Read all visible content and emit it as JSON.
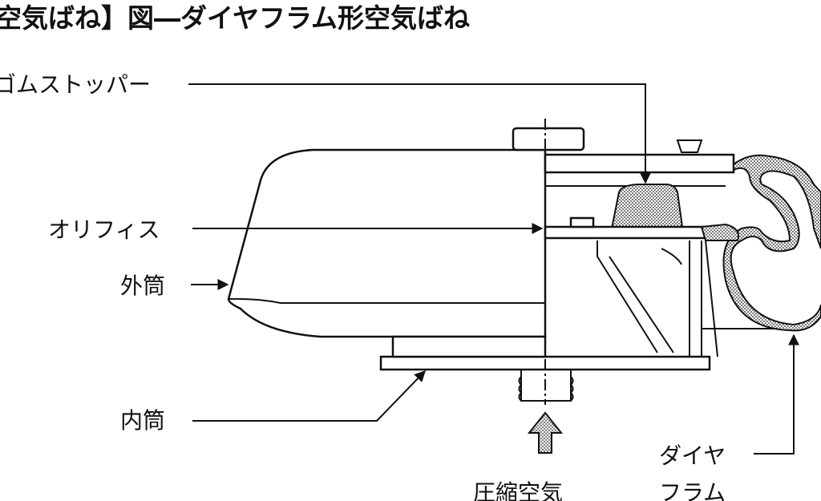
{
  "title": "空気ばね】図―ダイヤフラム形空気ばね",
  "labels": {
    "rubber_stopper": "ゴムストッパー",
    "orifice": "オリフィス",
    "outer_cylinder": "外筒",
    "inner_cylinder": "内筒",
    "compressed_air": "圧縮空気",
    "diaphragm_line1": "ダイヤ",
    "diaphragm_line2": "フラム"
  },
  "colors": {
    "ink": "#111111",
    "background": "#ffffff"
  }
}
